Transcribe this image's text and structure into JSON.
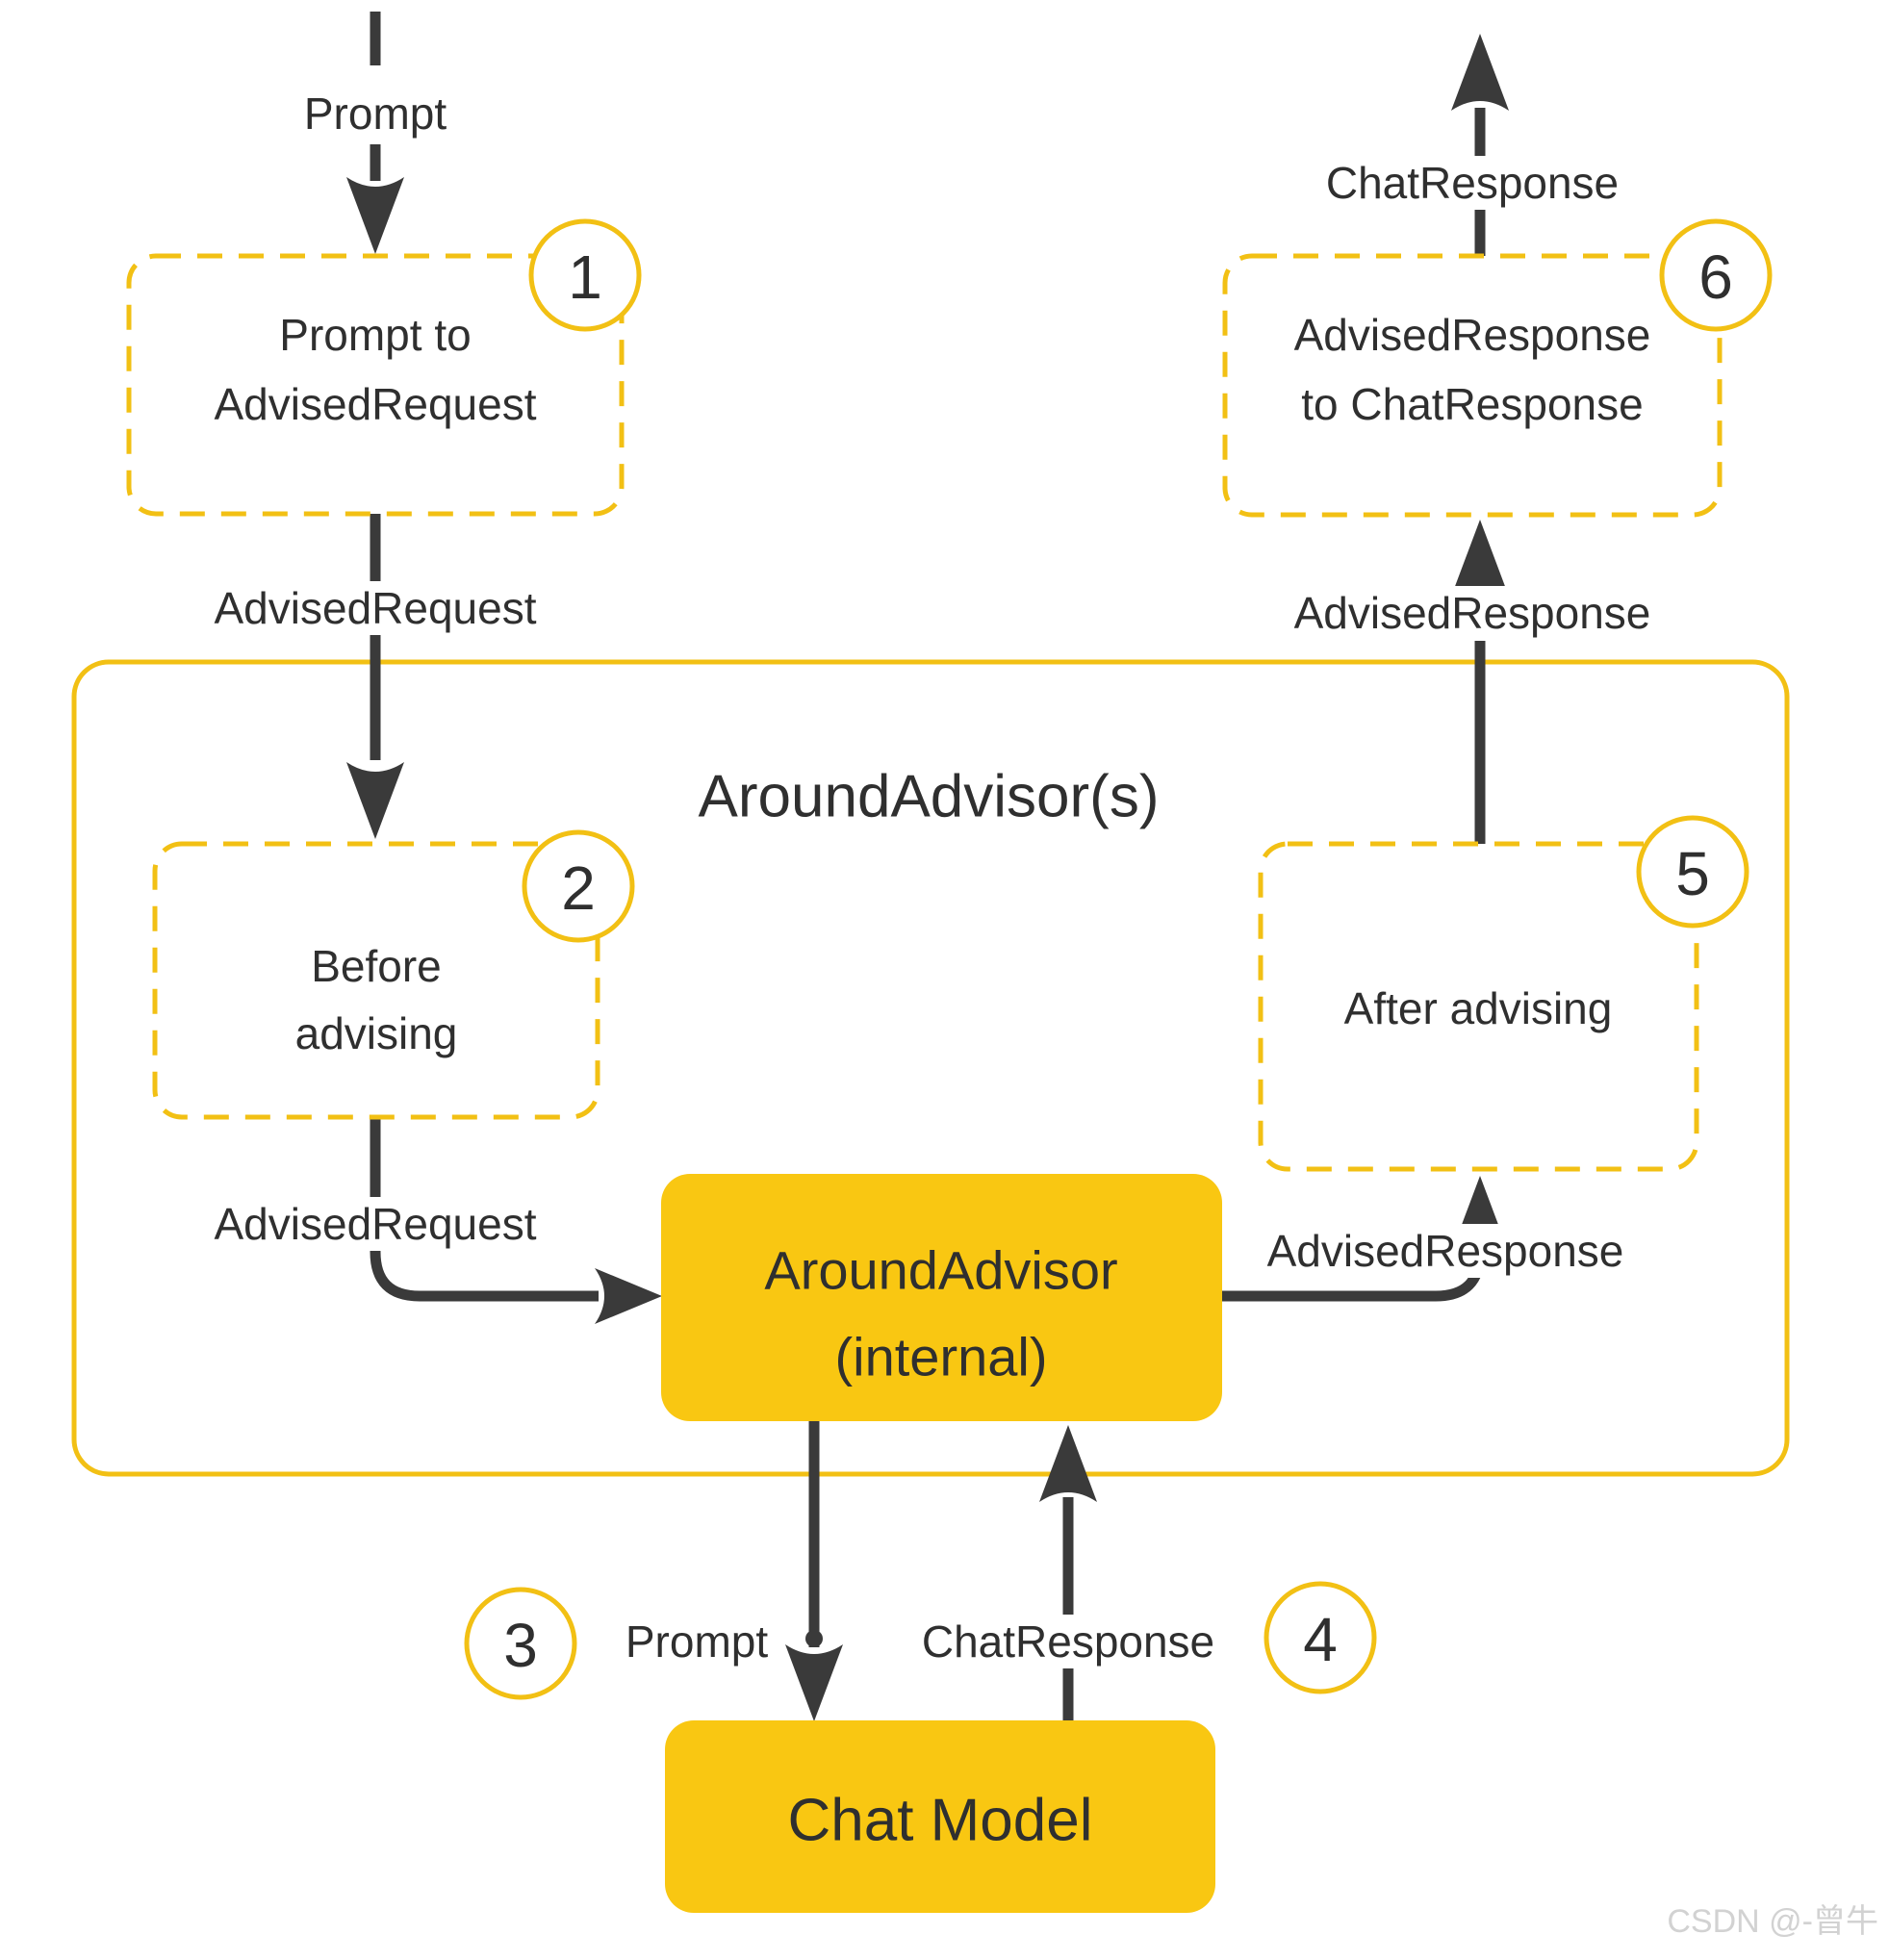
{
  "colors": {
    "accent": "#F2C014",
    "accent_fill": "#F9C712",
    "arrow": "#3A3A3A",
    "text": "#2F2F2F",
    "watermark": "#D2D2D2"
  },
  "container": {
    "title": "AroundAdvisor(s)"
  },
  "nodes": {
    "prompt_to_advised_request": {
      "line1": "Prompt to",
      "line2": "AdvisedRequest",
      "step": "1"
    },
    "before_advising": {
      "line1": "Before",
      "line2": "advising",
      "step": "2"
    },
    "around_advisor_internal": {
      "line1": "AroundAdvisor",
      "line2": "(internal)"
    },
    "chat_model": {
      "label": "Chat Model"
    },
    "after_advising": {
      "label": "After advising",
      "step": "5"
    },
    "advised_response_to_chat_response": {
      "line1": "AdvisedResponse",
      "line2": "to ChatResponse",
      "step": "6"
    }
  },
  "edges": {
    "prompt_in": "Prompt",
    "advised_request_top": "AdvisedRequest",
    "advised_request_inner": "AdvisedRequest",
    "advised_response_inner": "AdvisedResponse",
    "advised_response_top": "AdvisedResponse",
    "chat_response_out": "ChatResponse",
    "prompt_to_model": "Prompt",
    "chat_response_from_model": "ChatResponse"
  },
  "steps": {
    "s3": "3",
    "s4": "4"
  },
  "watermark": "CSDN @-曾牛"
}
